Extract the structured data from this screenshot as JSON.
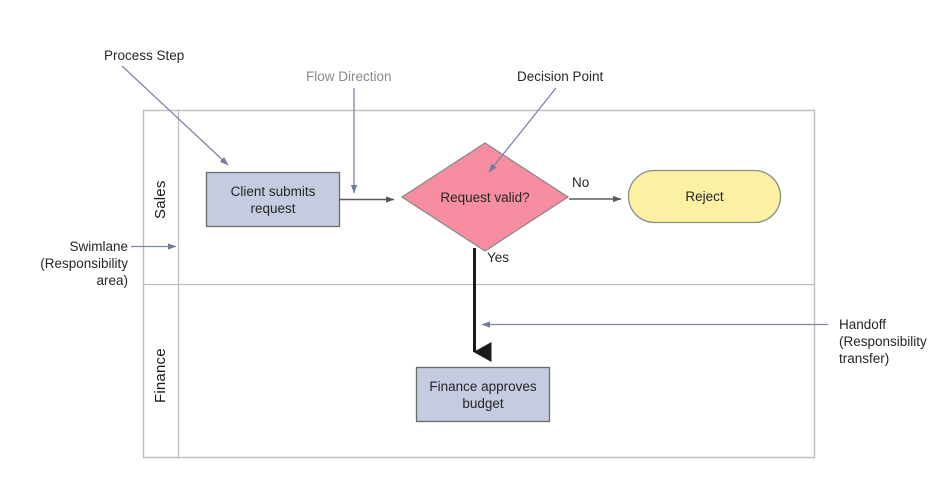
{
  "diagram": {
    "type": "swimlane-flowchart",
    "colors": {
      "process_fill": "#c5cbe0",
      "process_stroke": "#6b6b6b",
      "decision_fill": "#f78da0",
      "decision_stroke": "#8a8a8a",
      "terminator_fill": "#fcf0a3",
      "terminator_stroke": "#8a8a8a",
      "lane_stroke": "#bdbdbd",
      "flow_stroke": "#595959",
      "handoff_stroke": "#1a1a1a",
      "annotation_stroke": "#7d86a8",
      "annotation_text": "#262626",
      "annotation_text_muted": "#8a8a8a"
    },
    "lanes": [
      {
        "name": "Sales",
        "label": "Sales"
      },
      {
        "name": "Finance",
        "label": "Finance"
      }
    ],
    "nodes": [
      {
        "id": "client-submits-request",
        "shape": "process",
        "label": "Client submits\nrequest",
        "lane": "Sales"
      },
      {
        "id": "request-valid",
        "shape": "decision",
        "label": "Request valid?",
        "lane": "Sales"
      },
      {
        "id": "reject",
        "shape": "terminator",
        "label": "Reject",
        "lane": "Sales"
      },
      {
        "id": "finance-approves-budget",
        "shape": "process",
        "label": "Finance approves\nbudget",
        "lane": "Finance"
      }
    ],
    "edges": [
      {
        "from": "client-submits-request",
        "to": "request-valid",
        "label": ""
      },
      {
        "from": "request-valid",
        "to": "reject",
        "label": "No"
      },
      {
        "from": "request-valid",
        "to": "finance-approves-budget",
        "label": "Yes",
        "style": "handoff"
      }
    ],
    "edge_labels": {
      "no": "No",
      "yes": "Yes"
    },
    "annotations": [
      {
        "id": "process-step",
        "text": "Process Step",
        "muted": false
      },
      {
        "id": "flow-direction",
        "text": "Flow Direction",
        "muted": true
      },
      {
        "id": "decision-point",
        "text": "Decision Point",
        "muted": false
      },
      {
        "id": "swimlane",
        "text": "Swimlane\n(Responsibility\narea)",
        "muted": false
      },
      {
        "id": "handoff",
        "text": "Handoff\n(Responsibility\ntransfer)",
        "muted": false
      }
    ]
  }
}
